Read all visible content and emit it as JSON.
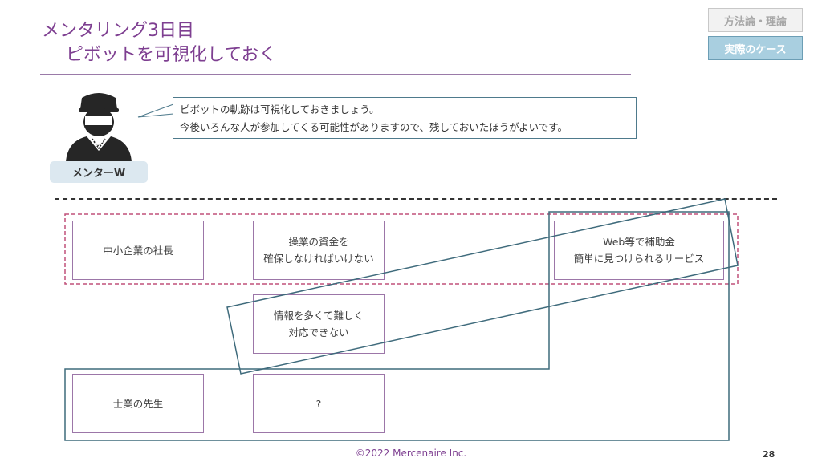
{
  "title": {
    "line1": "メンタリング3日目",
    "line2": "ピボットを可視化しておく"
  },
  "tags": {
    "method": "方法論・理論",
    "case": "実際のケース"
  },
  "mentor": {
    "icon": "mentor-person-icon",
    "label": "メンターW"
  },
  "bubble": {
    "line1": "ピボットの軌跡は可視化しておきましょう。",
    "line2": "今後いろんな人が参加してくる可能性がありますので、残しておいたほうがよいです。"
  },
  "cards": {
    "president": "中小企業の社長",
    "funding": "操業の資金を\n確保しなければいけない",
    "service": "Web等で補助金\n簡単に見つけられるサービス",
    "info": "情報を多くて難しく\n対応できない",
    "accountant": "士業の先生",
    "question": "?"
  },
  "colors": {
    "title": "#7e3f91",
    "card_border": "#9c76a8",
    "highlight_dashed": "#c0507a",
    "pivot_frame": "#3f6b7c",
    "tag_case_bg": "#a9cfe0"
  },
  "footer": {
    "copyright": "©2022 Mercenaire Inc.",
    "page_number": "28"
  }
}
